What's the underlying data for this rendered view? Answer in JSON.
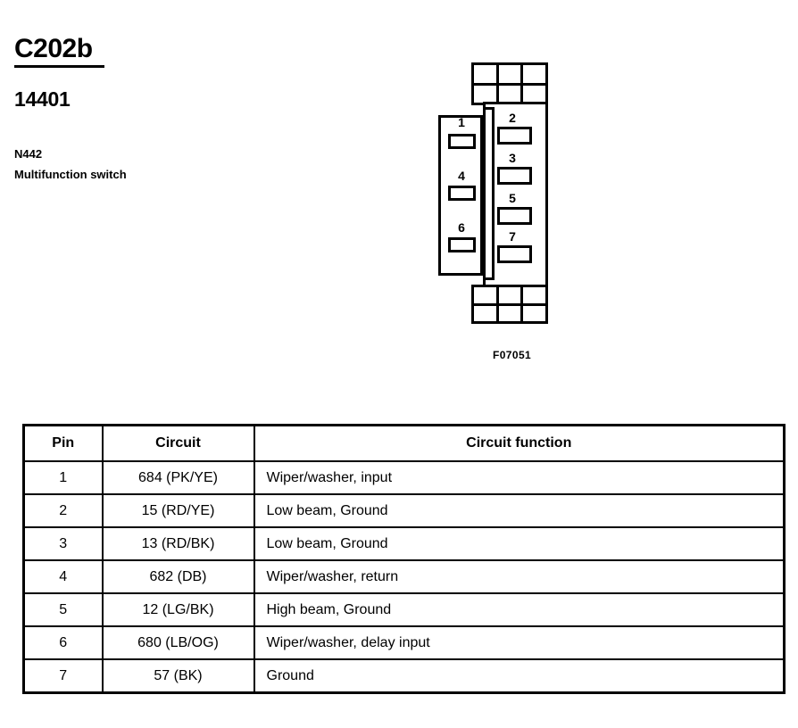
{
  "header": {
    "connector_id": "C202b",
    "part_number": "14401",
    "component_code": "N442",
    "component_name": "Multifunction switch"
  },
  "figure": {
    "caption": "F07051",
    "pin_labels_left": [
      "1",
      "4",
      "6"
    ],
    "pin_labels_right": [
      "2",
      "3",
      "5",
      "7"
    ]
  },
  "table": {
    "columns": [
      "Pin",
      "Circuit",
      "Circuit function"
    ],
    "rows": [
      {
        "pin": "1",
        "circuit": "684 (PK/YE)",
        "function": "Wiper/washer, input"
      },
      {
        "pin": "2",
        "circuit": "15 (RD/YE)",
        "function": "Low beam, Ground"
      },
      {
        "pin": "3",
        "circuit": "13 (RD/BK)",
        "function": "Low beam, Ground"
      },
      {
        "pin": "4",
        "circuit": "682 (DB)",
        "function": "Wiper/washer, return"
      },
      {
        "pin": "5",
        "circuit": "12 (LG/BK)",
        "function": "High beam, Ground"
      },
      {
        "pin": "6",
        "circuit": "680 (LB/OG)",
        "function": "Wiper/washer, delay input"
      },
      {
        "pin": "7",
        "circuit": "57 (BK)",
        "function": "Ground"
      }
    ]
  },
  "colors": {
    "ink": "#000000",
    "paper": "#ffffff"
  }
}
